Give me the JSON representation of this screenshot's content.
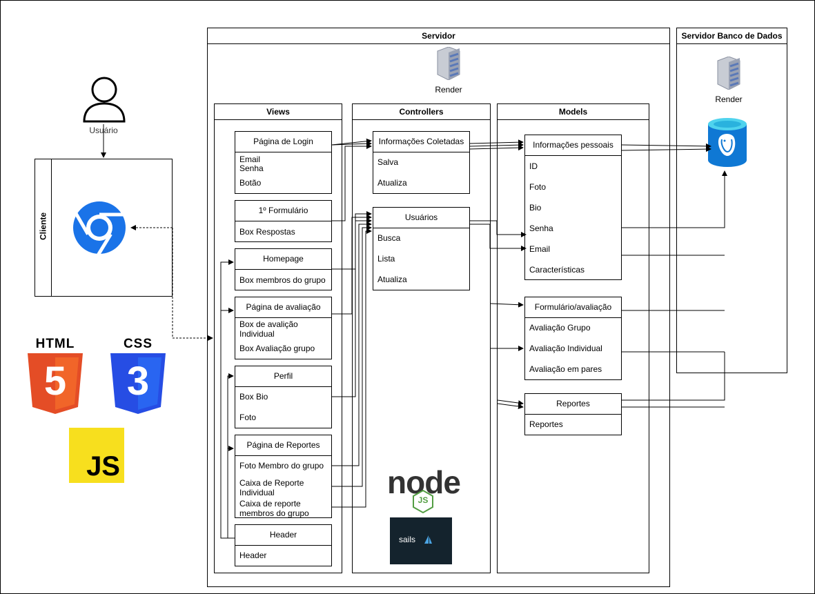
{
  "user": {
    "label": "Usuário"
  },
  "client": {
    "label": "Cliente"
  },
  "server": {
    "title": "Servidor",
    "host_label": "Render"
  },
  "db_server": {
    "title": "Servidor Banco de Dados",
    "host_label": "Render"
  },
  "views": {
    "title": "Views",
    "cards": [
      {
        "title": "Página de Login",
        "rows": [
          "Email",
          "Senha",
          "Botão"
        ]
      },
      {
        "title": "1º Formulário",
        "rows": [
          "Box Respostas"
        ]
      },
      {
        "title": "Homepage",
        "rows": [
          "Box membros do grupo"
        ]
      },
      {
        "title": "Página de avaliação",
        "rows": [
          "Box de avalição Individual",
          "Box Avaliação grupo"
        ]
      },
      {
        "title": "Perfil",
        "rows": [
          "Box Bio",
          "Foto"
        ]
      },
      {
        "title": "Página de Reportes",
        "rows": [
          "Foto Membro do grupo",
          "Caixa de Reporte Individual",
          "Caixa de reporte membros do grupo"
        ]
      },
      {
        "title": "Header",
        "rows": [
          "Header"
        ]
      }
    ]
  },
  "controllers": {
    "title": "Controllers",
    "cards": [
      {
        "title": "Informações Coletadas",
        "rows": [
          "Salva",
          "Atualiza"
        ]
      },
      {
        "title": "Usuários",
        "rows": [
          "Busca",
          "Lista",
          "Atualiza"
        ]
      }
    ]
  },
  "models": {
    "title": "Models",
    "cards": [
      {
        "title": "Informações pessoais",
        "rows": [
          "ID",
          "Foto",
          "Bio",
          "Senha",
          "Email",
          "Características"
        ]
      },
      {
        "title": "Formulário/avaliação",
        "rows": [
          "Avaliação Grupo",
          "Avaliação Individual",
          "Avaliação em pares"
        ]
      },
      {
        "title": "Reportes",
        "rows": [
          "Reportes"
        ]
      }
    ]
  },
  "tech_logos": {
    "html": "HTML",
    "html_digit": "5",
    "css": "CSS",
    "css_digit": "3",
    "js": "JS",
    "node": "node",
    "node_badge": "JS",
    "sails": "sails"
  },
  "colors": {
    "html": "#e44d26",
    "css": "#264de4",
    "js": "#f7df1e",
    "chrome": "#1a73e8",
    "postgres_cylinder": "#0f78d4",
    "postgres_top": "#4fd3ee",
    "sails_bg": "#14232d",
    "node_green": "#539e43"
  }
}
